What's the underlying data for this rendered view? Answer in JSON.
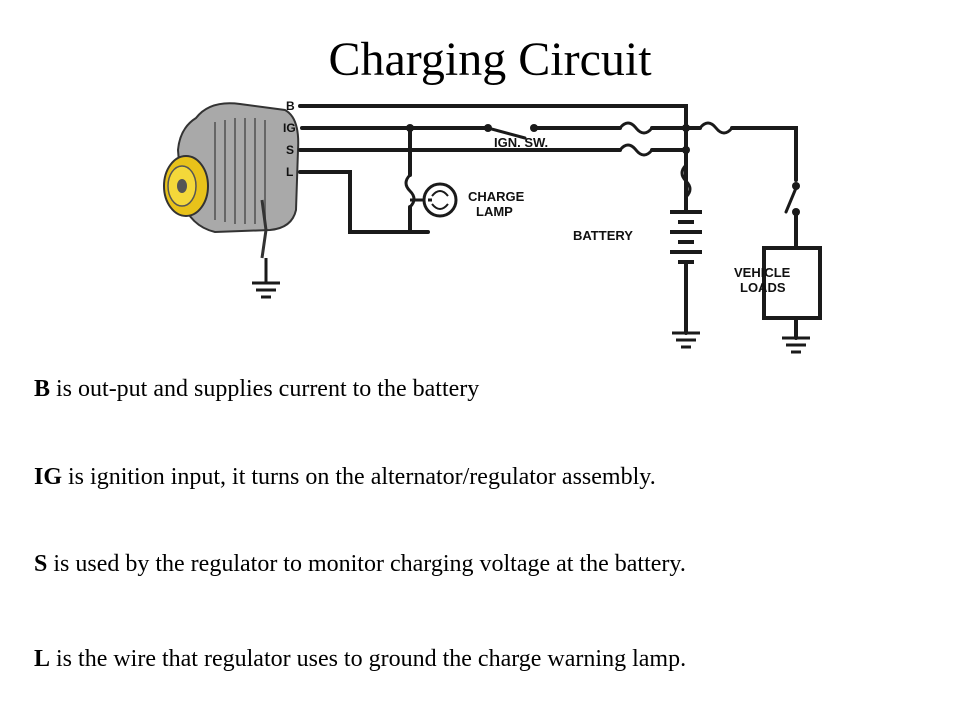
{
  "slide": {
    "title": "Charging Circuit"
  },
  "diagram": {
    "terminals": [
      "B",
      "IG",
      "S",
      "L"
    ],
    "ignition_switch": "IGN. SW.",
    "charge_lamp": [
      "CHARGE",
      "LAMP"
    ],
    "battery": "BATTERY",
    "vehicle_loads": [
      "VEHICLE",
      "LOADS"
    ]
  },
  "bullets": [
    {
      "key": "B",
      "text": " is out-put and supplies current to the battery"
    },
    {
      "key": "IG",
      "text": " is ignition input, it turns on the alternator/regulator assembly."
    },
    {
      "key": "S",
      "text": " is used by the regulator to monitor charging voltage at the battery."
    },
    {
      "key": "L",
      "text": " is the wire that regulator uses to ground the charge warning lamp."
    }
  ],
  "colors": {
    "wire": "#1a1a1a",
    "alternator_body": "#a9a9a9",
    "pulley": "#e8c21a"
  }
}
